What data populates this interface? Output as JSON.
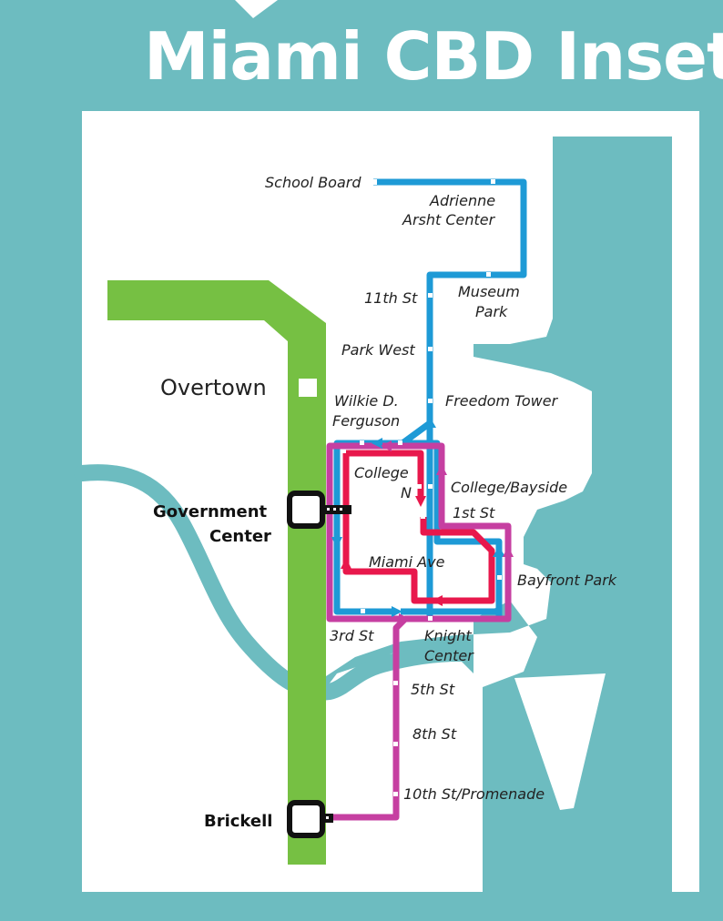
{
  "title": "Miami CBD Inset",
  "colors": {
    "background": "#6dbcc0",
    "land": "#ffffff",
    "water": "#6dbcc0",
    "metrorail_green": "#76c043",
    "metromover_blue": "#1e9ad6",
    "metromover_red": "#e8184c",
    "metromover_purple": "#c63fa1"
  },
  "stations": {
    "school_board": "School Board",
    "adrienne_1": "Adrienne",
    "adrienne_2": "Arsht Center",
    "eleventh_st": "11th St",
    "museum_1": "Museum",
    "museum_2": "Park",
    "park_west": "Park West",
    "overtown": "Overtown",
    "wilkie_1": "Wilkie D.",
    "wilkie_2": "Ferguson",
    "freedom_tower": "Freedom Tower",
    "college_n_1": "College",
    "college_n_2": "N",
    "college_bayside": "College/Bayside",
    "first_st": "1st St",
    "government_1": "Government",
    "government_2": "Center",
    "miami_ave": "Miami Ave",
    "bayfront_park": "Bayfront Park",
    "third_st": "3rd St",
    "knight_1": "Knight",
    "knight_2": "Center",
    "fifth_st": "5th St",
    "eighth_st": "8th St",
    "tenth_st": "10th St/Promenade",
    "brickell": "Brickell"
  }
}
